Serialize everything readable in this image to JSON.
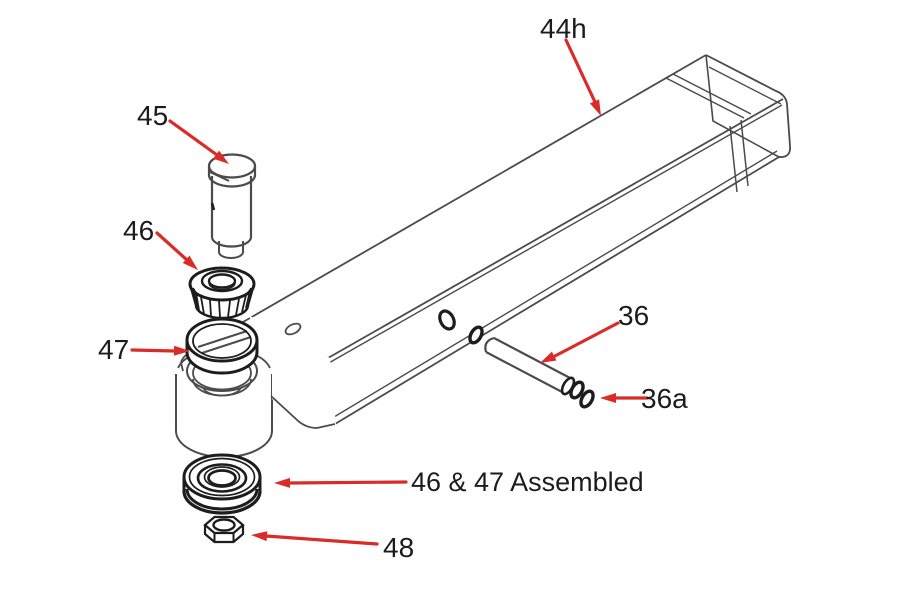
{
  "figure": {
    "type": "exploded-parts-diagram",
    "background_color": "#ffffff",
    "line_color": "#4b4b4b",
    "dark_line_color": "#1d1d1d",
    "arrow_color": "#d92b27",
    "label_color": "#1c1c1c",
    "callouts": {
      "c44h": {
        "label": "44h"
      },
      "c45": {
        "label": "45"
      },
      "c46": {
        "label": "46"
      },
      "c47": {
        "label": "47"
      },
      "c36": {
        "label": "36"
      },
      "c36a": {
        "label": "36a"
      },
      "c4647": {
        "label": "46 & 47 Assembled"
      },
      "c48": {
        "label": "48"
      }
    }
  }
}
